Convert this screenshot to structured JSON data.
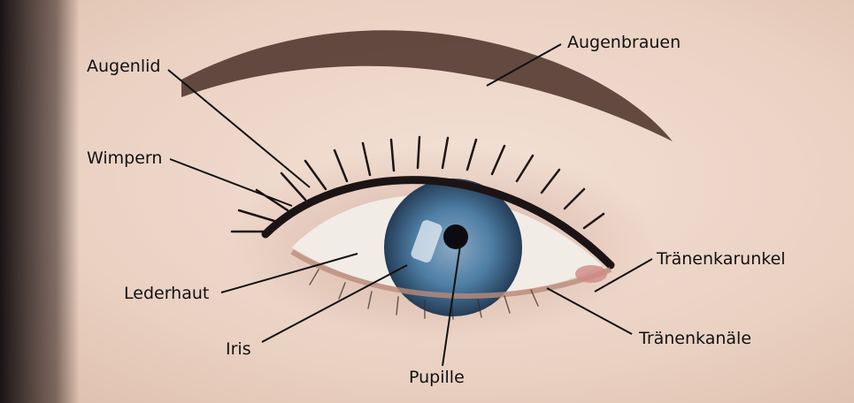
{
  "labels": {
    "augenbrauen": "Augenbrauen",
    "augenlid": "Augenlid",
    "wimpern": "Wimpern",
    "lederhaut": "Lederhaut",
    "iris": "Iris",
    "pupille": "Pupille",
    "traenenkarunkel": "Tränenkarunkel",
    "traenenkanaele": "Tränenkanäle"
  },
  "colors": {
    "skin": "#ead1c2",
    "iris": "#4f7fa6",
    "line": "#111111"
  }
}
